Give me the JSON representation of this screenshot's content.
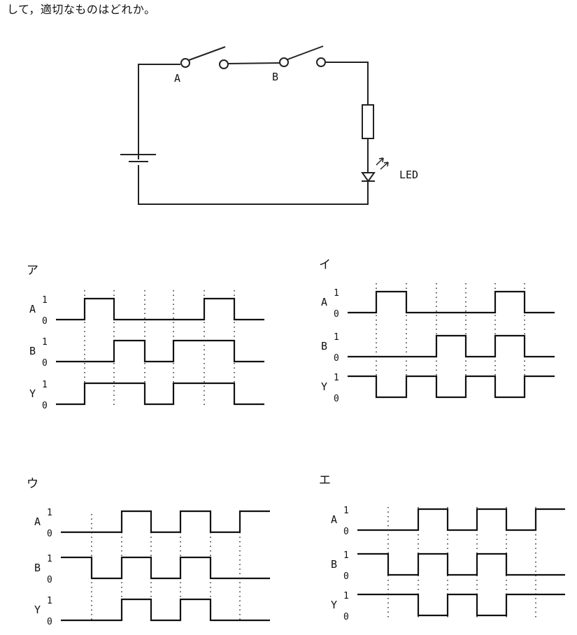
{
  "header": {
    "text": "して，適切なものはどれか。"
  },
  "circuit": {
    "switch_a_label": "A",
    "switch_b_label": "B",
    "led_label": "LED"
  },
  "charts": [
    {
      "label": "ア",
      "signals": [
        {
          "name": "A",
          "levels": [
            0,
            1,
            0,
            0,
            0,
            1,
            0
          ]
        },
        {
          "name": "B",
          "levels": [
            0,
            0,
            1,
            0,
            1,
            1,
            0
          ]
        },
        {
          "name": "Y",
          "levels": [
            0,
            1,
            1,
            0,
            1,
            1,
            0
          ]
        }
      ]
    },
    {
      "label": "イ",
      "signals": [
        {
          "name": "A",
          "levels": [
            0,
            1,
            0,
            0,
            0,
            1,
            0
          ]
        },
        {
          "name": "B",
          "levels": [
            0,
            0,
            0,
            1,
            0,
            1,
            0
          ]
        },
        {
          "name": "Y",
          "levels": [
            1,
            0,
            1,
            0,
            1,
            0,
            1
          ]
        }
      ]
    },
    {
      "label": "ウ",
      "signals": [
        {
          "name": "A",
          "levels": [
            0,
            0,
            1,
            0,
            1,
            0,
            1
          ]
        },
        {
          "name": "B",
          "levels": [
            1,
            0,
            1,
            0,
            1,
            0,
            0
          ]
        },
        {
          "name": "Y",
          "levels": [
            0,
            0,
            1,
            0,
            1,
            0,
            0
          ]
        }
      ]
    },
    {
      "label": "エ",
      "signals": [
        {
          "name": "A",
          "levels": [
            0,
            0,
            1,
            0,
            1,
            0,
            1
          ]
        },
        {
          "name": "B",
          "levels": [
            1,
            0,
            1,
            0,
            1,
            0,
            0
          ]
        },
        {
          "name": "Y",
          "levels": [
            1,
            1,
            0,
            1,
            0,
            1,
            1
          ]
        }
      ]
    }
  ],
  "level_labels": {
    "high": "1",
    "low": "0"
  }
}
